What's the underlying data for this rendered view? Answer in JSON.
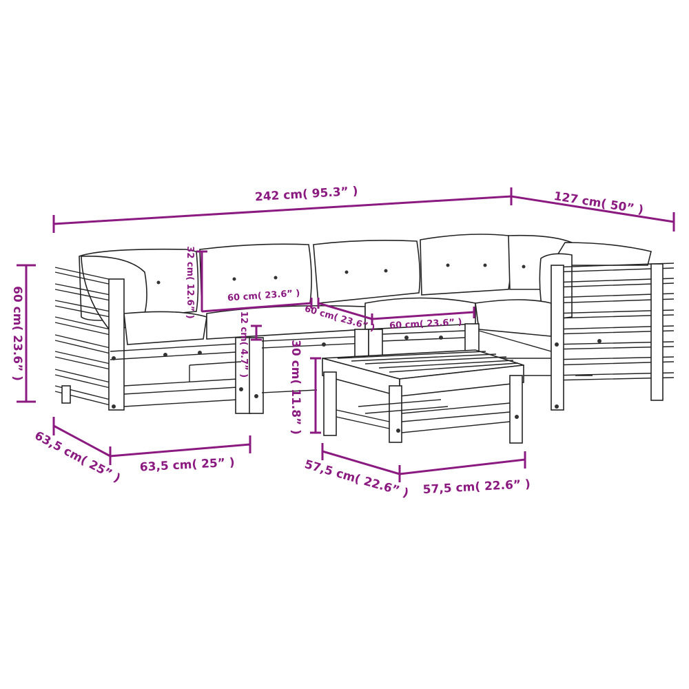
{
  "accent_color": "#8b1a80",
  "dimensions": {
    "total_width": "242 cm( 95.3” )",
    "total_depth": "127 cm( 50” )",
    "height": "60 cm( 23.6” )",
    "back_cushion_height": "32 cm( 12.6” )",
    "seat_width_1": "60 cm( 23.6” )",
    "seat_width_2": "60 cm( 23.6” )",
    "seat_width_3": "60 cm( 23.6” )",
    "seat_cushion_thickness": "12 cm( 4.7” )",
    "ottoman_height": "30 cm( 11.8” )",
    "corner_depth": "63,5 cm( 25” )",
    "corner_width": "63,5 cm( 25” )",
    "ottoman_depth": "57,5 cm( 22.6” )",
    "ottoman_width": "57,5 cm( 22.6” )"
  }
}
